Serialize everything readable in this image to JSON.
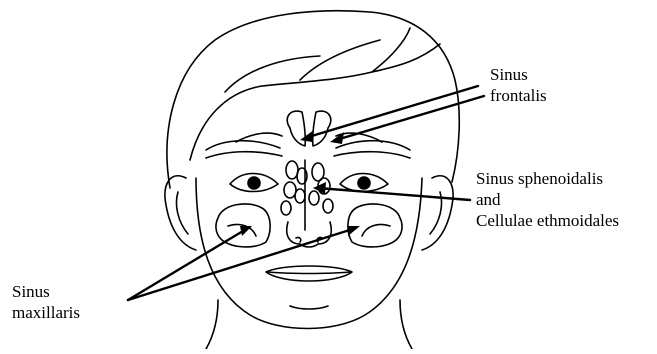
{
  "labels": {
    "frontalis": {
      "line1": "Sinus",
      "line2": "frontalis"
    },
    "sphenoidalis": {
      "line1": "Sinus sphenoidalis",
      "line2": "and",
      "line3": "Cellulae ethmoidales"
    },
    "maxillaris": {
      "line1": "Sinus",
      "line2": "maxillaris"
    }
  }
}
